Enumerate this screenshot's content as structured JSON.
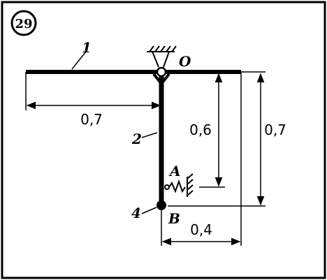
{
  "figure": {
    "number": "29",
    "labels": {
      "pivot": "O",
      "point_a": "A",
      "point_b": "B",
      "rod_1": "1",
      "rod_2": "2",
      "mass_4": "4"
    },
    "dimensions": {
      "horizontal_arm": "0,7",
      "vertical_a": "0,6",
      "vertical_total": "0,7",
      "bottom_offset": "0,4"
    }
  }
}
